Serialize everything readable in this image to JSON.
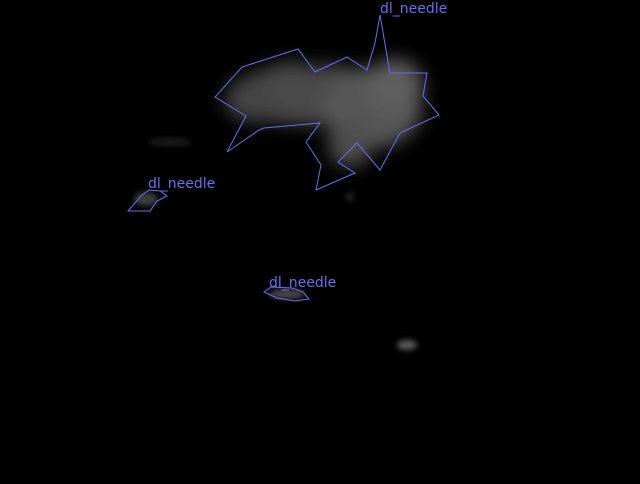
{
  "image": {
    "background_color": "#000000",
    "blob_color": "#5a5a5a",
    "outline_color": "#6a6cf0"
  },
  "annotations": [
    {
      "label": "dl_needle"
    },
    {
      "label": "dl_needle"
    },
    {
      "label": "dl_needle"
    }
  ]
}
